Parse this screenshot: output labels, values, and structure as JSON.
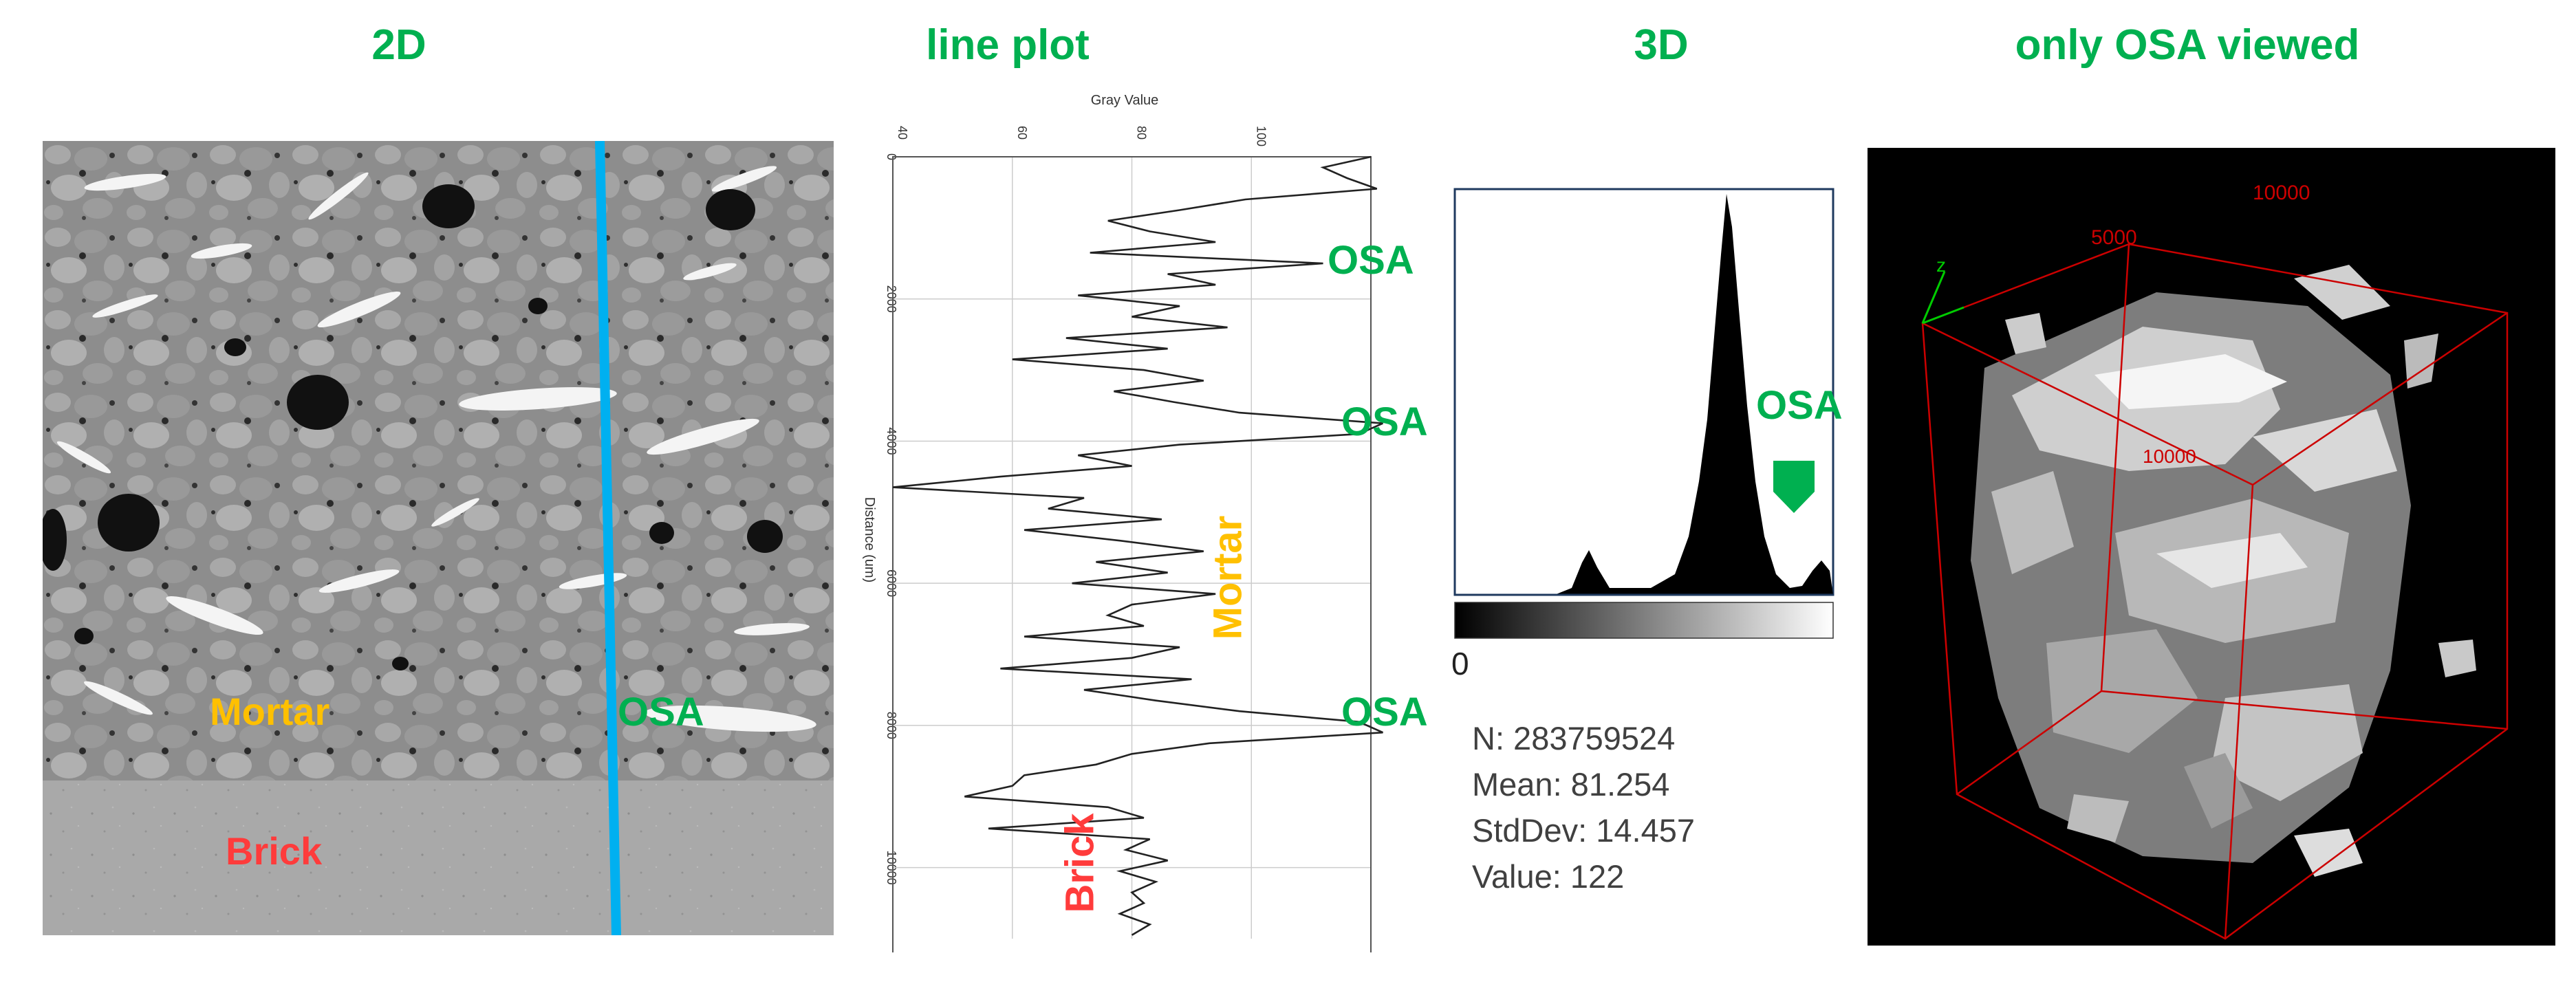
{
  "panels": {
    "p2d": {
      "title": "2D",
      "labels": {
        "mortar": "Mortar",
        "osa": "OSA",
        "brick": "Brick"
      }
    },
    "line_plot": {
      "title": "line plot",
      "x_axis_label": "Gray Value",
      "y_axis_label": "Distance (um)",
      "x_ticks": [
        "40",
        "60",
        "80",
        "100"
      ],
      "y_ticks": [
        "0",
        "2000",
        "4000",
        "6000",
        "8000",
        "10000"
      ],
      "labels": {
        "osa_1": "OSA",
        "osa_2": "OSA",
        "osa_3": "OSA",
        "mortar": "Mortar",
        "brick": "Brick"
      }
    },
    "p3d": {
      "title": "3D",
      "osa_label": "OSA",
      "axis_zero": "0",
      "stats": {
        "n": "N: 283759524",
        "mean": "Mean: 81.254",
        "stddev": "StdDev: 14.457",
        "value": "Value: 122"
      }
    },
    "osa_view": {
      "title": "only OSA viewed",
      "scale_labels": {
        "top": "10000",
        "mid": "5000",
        "inner": "10000",
        "axis_z": "z"
      }
    }
  },
  "colors": {
    "title_green": "#00b050",
    "mortar_orange": "#ffc000",
    "brick_red": "#ff3b3b",
    "scan_line_blue": "#00b0f0",
    "box_red": "#cc0000"
  },
  "chart_data": {
    "type": "line",
    "title": "",
    "xlabel": "Gray Value",
    "ylabel": "Distance (um)",
    "xlim": [
      40,
      120
    ],
    "ylim": [
      0,
      11000
    ],
    "orientation": "vertical",
    "series": [
      {
        "points": [
          [
            0,
            120
          ],
          [
            150,
            112
          ],
          [
            300,
            116
          ],
          [
            450,
            121
          ],
          [
            600,
            99
          ],
          [
            750,
            88
          ],
          [
            900,
            76
          ],
          [
            1050,
            83
          ],
          [
            1200,
            94
          ],
          [
            1350,
            73
          ],
          [
            1500,
            112
          ],
          [
            1650,
            86
          ],
          [
            1800,
            94
          ],
          [
            1950,
            71
          ],
          [
            2100,
            88
          ],
          [
            2250,
            80
          ],
          [
            2400,
            96
          ],
          [
            2550,
            69
          ],
          [
            2700,
            86
          ],
          [
            2850,
            60
          ],
          [
            3000,
            82
          ],
          [
            3150,
            92
          ],
          [
            3300,
            77
          ],
          [
            3450,
            87
          ],
          [
            3600,
            98
          ],
          [
            3750,
            122
          ],
          [
            3900,
            118
          ],
          [
            4050,
            88
          ],
          [
            4200,
            71
          ],
          [
            4350,
            80
          ],
          [
            4500,
            58
          ],
          [
            4650,
            40
          ],
          [
            4800,
            72
          ],
          [
            4950,
            66
          ],
          [
            5100,
            85
          ],
          [
            5250,
            62
          ],
          [
            5400,
            78
          ],
          [
            5550,
            92
          ],
          [
            5700,
            74
          ],
          [
            5850,
            86
          ],
          [
            6000,
            70
          ],
          [
            6150,
            94
          ],
          [
            6300,
            80
          ],
          [
            6450,
            76
          ],
          [
            6600,
            82
          ],
          [
            6750,
            62
          ],
          [
            6900,
            88
          ],
          [
            7050,
            80
          ],
          [
            7200,
            58
          ],
          [
            7350,
            90
          ],
          [
            7500,
            72
          ],
          [
            7650,
            84
          ],
          [
            7800,
            98
          ],
          [
            7950,
            118
          ],
          [
            8100,
            122
          ],
          [
            8250,
            93
          ],
          [
            8400,
            80
          ],
          [
            8550,
            74
          ],
          [
            8700,
            62
          ],
          [
            8850,
            60
          ],
          [
            9000,
            52
          ],
          [
            9150,
            76
          ],
          [
            9300,
            82
          ],
          [
            9450,
            56
          ],
          [
            9600,
            83
          ],
          [
            9750,
            79
          ],
          [
            9900,
            86
          ],
          [
            10050,
            78
          ],
          [
            10200,
            84
          ],
          [
            10350,
            80
          ],
          [
            10500,
            82
          ],
          [
            10650,
            78
          ],
          [
            10800,
            83
          ],
          [
            10950,
            80
          ]
        ]
      }
    ]
  }
}
